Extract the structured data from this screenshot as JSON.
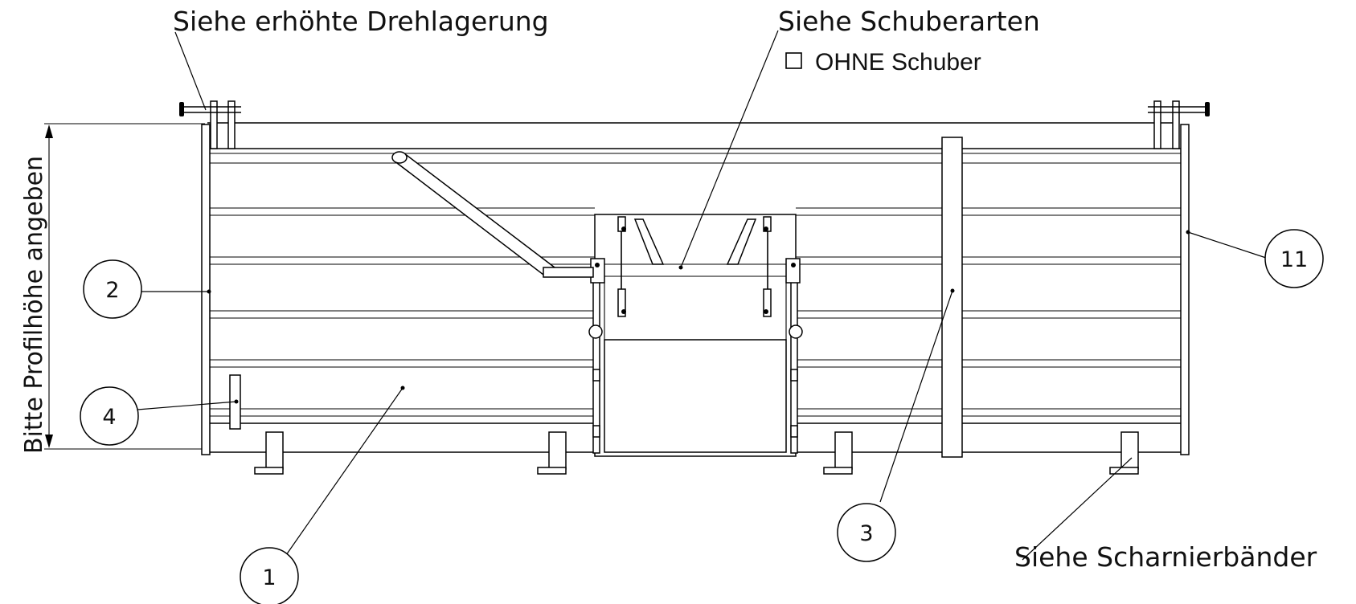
{
  "notes": {
    "pivot_bearing": "Siehe erhöhte Drehlagerung",
    "slider_types": "Siehe Schuberarten",
    "hinge_straps": "Siehe Scharnierbänder"
  },
  "option": {
    "checked": false,
    "label": "OHNE Schuber"
  },
  "dimension": {
    "label": "Bitte Profilhöhe angeben"
  },
  "balloons": [
    {
      "id": "balloon-1",
      "label": "1"
    },
    {
      "id": "balloon-2",
      "label": "2"
    },
    {
      "id": "balloon-3",
      "label": "3"
    },
    {
      "id": "balloon-4",
      "label": "4"
    },
    {
      "id": "balloon-11",
      "label": "11"
    }
  ],
  "colors": {
    "line": "#000000",
    "background": "#ffffff"
  }
}
